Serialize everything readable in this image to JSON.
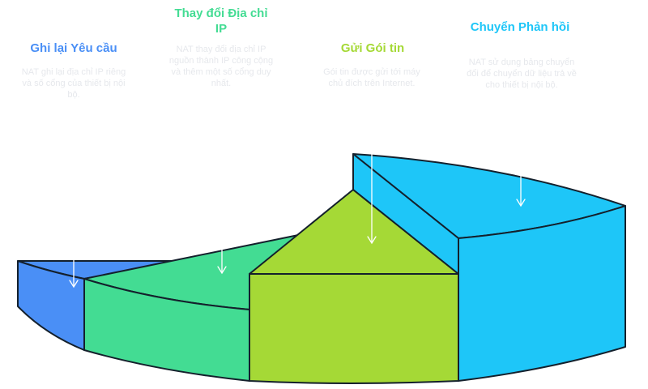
{
  "colors": {
    "blue": "#4a8ff6",
    "green": "#43dc93",
    "lime": "#a5d936",
    "cyan": "#1ec6f8",
    "outline": "#14202c",
    "arrow": "#ffffff"
  },
  "steps": [
    {
      "title": "Ghi lại Yêu cầu",
      "description": "NAT ghi lại địa chỉ IP riêng và số cổng của thiết bị nội bộ.",
      "color": "#4a8ff6"
    },
    {
      "title": "Thay đổi Địa chỉ IP",
      "description": "NAT thay đổi địa chỉ IP nguồn thành IP công cộng và thêm một số cổng duy nhất.",
      "color": "#43dc93"
    },
    {
      "title": "Gửi Gói tin",
      "description": "Gói tin được gửi tới máy chủ đích trên Internet.",
      "color": "#a5d936"
    },
    {
      "title": "Chuyển Phản hồi",
      "description": "NAT sử dụng bảng chuyển đổi để chuyển dữ liệu trả về cho thiết bị nội bộ.",
      "color": "#1ec6f8"
    }
  ]
}
